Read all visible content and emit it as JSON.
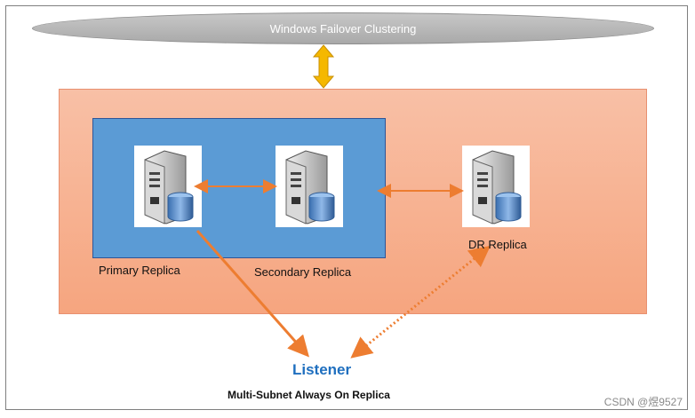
{
  "cluster": {
    "label": "Windows Failover Clustering"
  },
  "replicas": {
    "primary": "Primary Replica",
    "secondary": "Secondary Replica",
    "dr": "DR Replica"
  },
  "listener": "Listener",
  "caption": "Multi-Subnet Always On Replica",
  "watermark": "CSDN @煜9527",
  "colors": {
    "orange_zone": "#f7b08f",
    "blue_zone": "#5b9bd5",
    "arrow": "#ed7d31",
    "double_arrow": "#f5b800",
    "listener_text": "#1f6fbf"
  },
  "icons": [
    "server-database-icon"
  ]
}
